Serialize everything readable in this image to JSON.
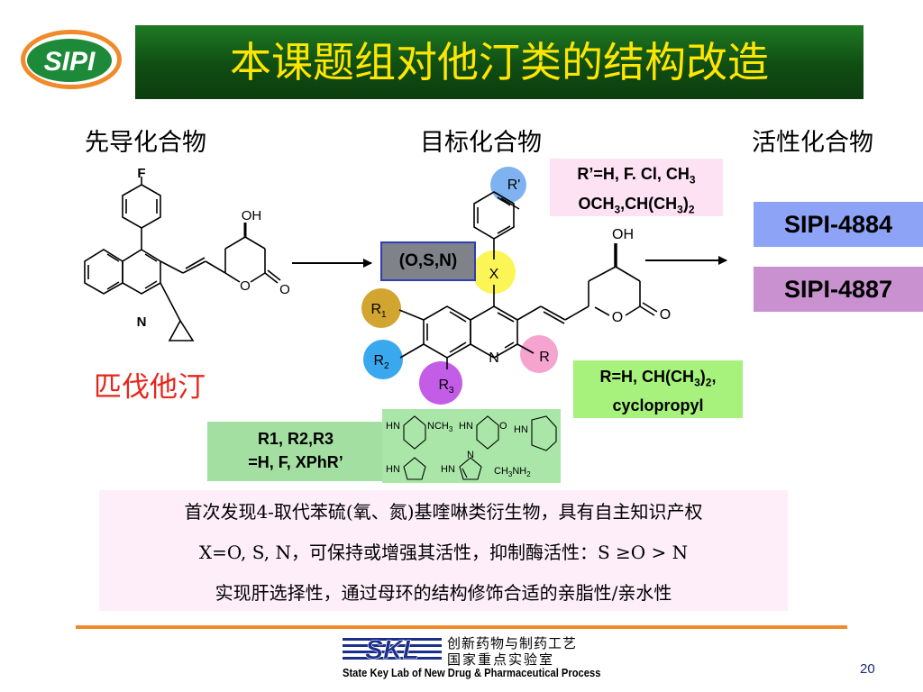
{
  "logo_text": "SIPI",
  "title": "本课题组对他汀类的结构改造",
  "columns": {
    "lead": "先导化合物",
    "target": "目标化合物",
    "active": "活性化合物"
  },
  "lead_compound": {
    "name": "匹伐他汀",
    "atoms": {
      "f": "F",
      "oh": "OH",
      "o_ring": "O",
      "o_carbonyl": "O",
      "n": "N"
    }
  },
  "target_compound": {
    "atoms": {
      "r_prime": "R'",
      "x": "X",
      "oh": "OH",
      "o_ring": "O",
      "o_carbonyl": "O",
      "n": "N",
      "r": "R",
      "r1_main": "R",
      "r1_sub": "1",
      "r2_main": "R",
      "r2_sub": "2",
      "r3_main": "R",
      "r3_sub": "3"
    }
  },
  "r_prime_box": {
    "line1_pre": "R’=H, F. Cl, CH",
    "line1_sub": "3",
    "line2_a": "OCH",
    "line2_sub1": "3",
    "line2_b": ",CH(CH",
    "line2_sub2": "3",
    "line2_c": ")",
    "line2_sub3": "2"
  },
  "x_box": "(O,S,N)",
  "r_box": {
    "line1_pre": "R=H, CH(CH",
    "line1_sub1": "3",
    "line1_mid": ")",
    "line1_sub2": "2",
    "line1_post": ",",
    "line2": "cyclopropyl"
  },
  "r123_box": {
    "line1": "R1, R2,R3",
    "line2": "=H, F, XPhR’"
  },
  "amines": {
    "piperazine_hn": "HN",
    "piperazine_n": "NCH",
    "piperazine_sub": "3",
    "morpholine_hn": "HN",
    "morpholine_o": "O",
    "piperidine_hn": "HN",
    "pyrrolidine_hn": "HN",
    "pyrazole_hn": "HN",
    "pyrazole_n": "N",
    "methylamine_pre": "CH",
    "methylamine_sub": "3",
    "methylamine_post": "NH",
    "methylamine_sub2": "2"
  },
  "products": [
    "SIPI-4884",
    "SIPI-4887"
  ],
  "notes": [
    "首次发现4-取代苯硫(氧、氮)基喹啉类衍生物，具有自主知识产权",
    "X=O, S, N，可保持或增强其活性，抑制酶活性：S ≥O > N",
    "实现肝选择性，通过母环的结构修饰合适的亲脂性/亲水性"
  ],
  "footer": {
    "logo_text": "SKL",
    "lab_cn_line1": "创新药物与制药工艺",
    "lab_cn_line2": "国家重点实验室",
    "lab_en": "State Key Lab of New Drug & Pharmaceutical Process"
  },
  "page_number": "20",
  "colors": {
    "title_bg": "#145c18",
    "title_text": "#ffe600",
    "lead_name": "#e8251b",
    "logo_green": "#1d8a3a",
    "logo_orange": "#f08a2a",
    "r_prime_circle": "#7fb2f0",
    "x_circle": "#fbf556",
    "r1_circle": "#d2a531",
    "r2_circle": "#3aa8ef",
    "r3_circle": "#c35ce6",
    "r_circle": "#f5a3cf"
  }
}
